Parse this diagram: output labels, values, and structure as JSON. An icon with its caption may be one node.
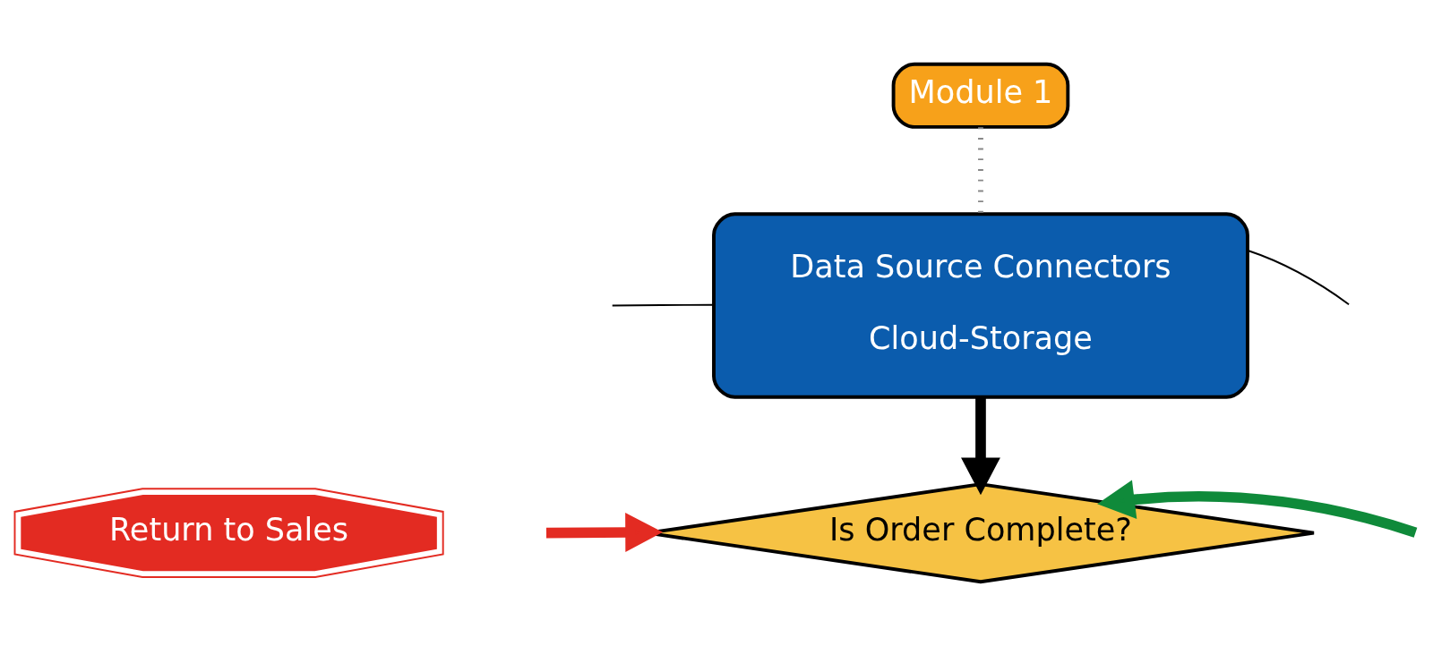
{
  "diagram": {
    "nodes": [
      {
        "text": [
          "Module 1"
        ]
      },
      {
        "text": [
          "Data Source Connectors",
          "Cloud-Storage"
        ]
      },
      {
        "text": [
          "Return to Sales"
        ]
      },
      {
        "text": [
          "Is Order Complete?"
        ]
      }
    ],
    "edges": [
      {
        "from": 0,
        "to": 1,
        "arrow": "none",
        "style": "dashed",
        "color": "#888888"
      },
      {
        "from": null,
        "to": 1,
        "arrow": "none"
      },
      {
        "from": 1,
        "to": null,
        "arrow": "none"
      },
      {
        "from": 1,
        "to": 3,
        "arrow": "to",
        "style": "thick"
      },
      {
        "from": null,
        "to": 3,
        "arrow": "to",
        "style": "thick",
        "color": "#0f8a3a"
      },
      {
        "from": null,
        "to": 3,
        "arrow": "to",
        "style": "thick",
        "color": "#e32b22"
      }
    ]
  }
}
